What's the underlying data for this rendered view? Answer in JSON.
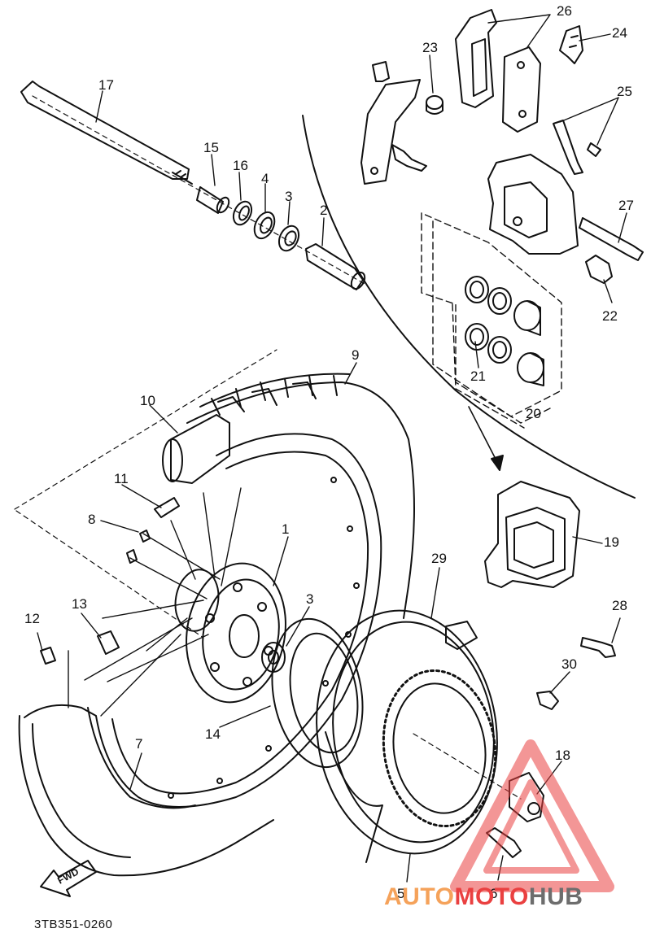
{
  "callouts": {
    "c1": "1",
    "c2": "2",
    "c3a": "3",
    "c3b": "3",
    "c4": "4",
    "c5": "5",
    "c6": "6",
    "c7": "7",
    "c8": "8",
    "c9": "9",
    "c10": "10",
    "c11": "11",
    "c12": "12",
    "c13": "13",
    "c14": "14",
    "c15": "15",
    "c16": "16",
    "c17": "17",
    "c18": "18",
    "c19": "19",
    "c20": "20",
    "c21": "21",
    "c22": "22",
    "c23": "23",
    "c24": "24",
    "c25": "25",
    "c26": "26",
    "c27": "27",
    "c28": "28",
    "c29": "29",
    "c30": "30"
  },
  "fwd_label": "FWD",
  "diagram_code": "3TB351-0260",
  "watermark": {
    "part1": "AUTO",
    "part2": "MOTO",
    "part3": "HUB"
  },
  "colors": {
    "ink": "#111111",
    "wm_orange": "#f5a25a",
    "wm_red": "#ea4040",
    "wm_gray": "#6d6d6d"
  }
}
